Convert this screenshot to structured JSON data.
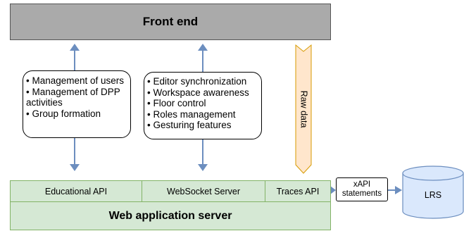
{
  "diagram": {
    "front_end": "Front end",
    "server": {
      "label": "Web application server",
      "apis": [
        "Educational API",
        "WebSocket Server",
        "Traces API"
      ]
    },
    "callout_left": [
      "• Management of users",
      "• Management of DPP activities",
      "• Group formation"
    ],
    "callout_mid": [
      "• Editor synchronization",
      "• Workspace awareness",
      "• Floor control",
      "• Roles management",
      "• Gesturing features"
    ],
    "raw_data": "Raw data",
    "xapi": [
      "xAPI",
      "statements"
    ],
    "lrs": "LRS",
    "colors": {
      "front_end_fill": "#aaaaaa",
      "server_fill": "#d5e8d4",
      "server_border": "#82b366",
      "arrow": "#6c8ebf",
      "raw_data_fill": "#ffe6cc",
      "raw_data_border": "#d79b00",
      "lrs_fill": "#dae8fc"
    }
  }
}
